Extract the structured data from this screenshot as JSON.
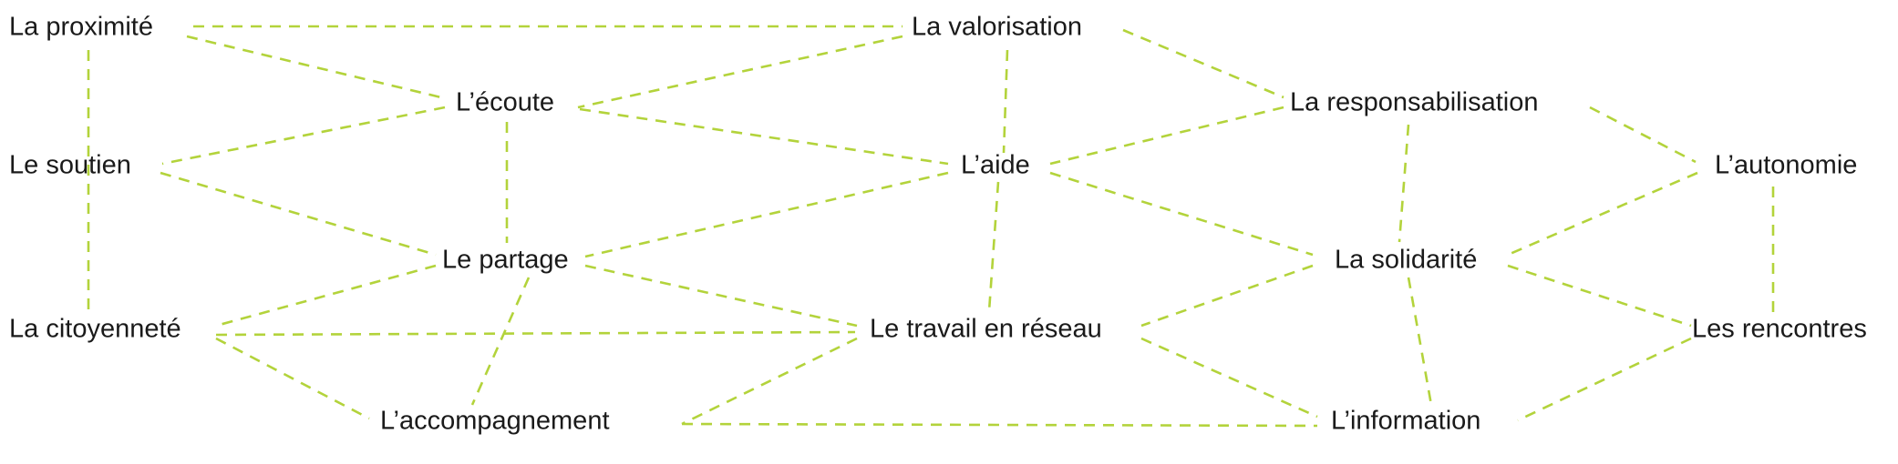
{
  "colors": {
    "edge": "#b3d33b",
    "text": "#1a1a1a",
    "background": "#ffffff"
  },
  "nodes": [
    {
      "id": "proximite",
      "label": "La proximité"
    },
    {
      "id": "valorisation",
      "label": "La valorisation"
    },
    {
      "id": "ecoute",
      "label": "L’écoute"
    },
    {
      "id": "responsabilisation",
      "label": "La responsabilisation"
    },
    {
      "id": "soutien",
      "label": "Le soutien"
    },
    {
      "id": "aide",
      "label": "L’aide"
    },
    {
      "id": "autonomie",
      "label": "L’autonomie"
    },
    {
      "id": "partage",
      "label": "Le partage"
    },
    {
      "id": "solidarite",
      "label": "La solidarité"
    },
    {
      "id": "citoyennete",
      "label": "La citoyenneté"
    },
    {
      "id": "travail",
      "label": "Le travail en réseau"
    },
    {
      "id": "rencontres",
      "label": "Les rencontres"
    },
    {
      "id": "accompagnement",
      "label": "L’accompagnement"
    },
    {
      "id": "information",
      "label": "L’information"
    }
  ],
  "edges": [
    [
      "proximite",
      "valorisation"
    ],
    [
      "proximite",
      "ecoute"
    ],
    [
      "proximite",
      "citoyennete"
    ],
    [
      "valorisation",
      "ecoute"
    ],
    [
      "valorisation",
      "responsabilisation"
    ],
    [
      "valorisation",
      "aide"
    ],
    [
      "ecoute",
      "soutien"
    ],
    [
      "ecoute",
      "partage"
    ],
    [
      "ecoute",
      "aide"
    ],
    [
      "soutien",
      "partage"
    ],
    [
      "responsabilisation",
      "aide"
    ],
    [
      "responsabilisation",
      "autonomie"
    ],
    [
      "responsabilisation",
      "solidarite"
    ],
    [
      "aide",
      "partage"
    ],
    [
      "aide",
      "solidarite"
    ],
    [
      "aide",
      "travail"
    ],
    [
      "autonomie",
      "solidarite"
    ],
    [
      "autonomie",
      "rencontres"
    ],
    [
      "partage",
      "citoyennete"
    ],
    [
      "partage",
      "travail"
    ],
    [
      "partage",
      "accompagnement"
    ],
    [
      "solidarite",
      "travail"
    ],
    [
      "solidarite",
      "rencontres"
    ],
    [
      "solidarite",
      "information"
    ],
    [
      "citoyennete",
      "travail"
    ],
    [
      "citoyennete",
      "accompagnement"
    ],
    [
      "travail",
      "accompagnement"
    ],
    [
      "travail",
      "information"
    ],
    [
      "rencontres",
      "information"
    ],
    [
      "accompagnement",
      "information"
    ]
  ]
}
